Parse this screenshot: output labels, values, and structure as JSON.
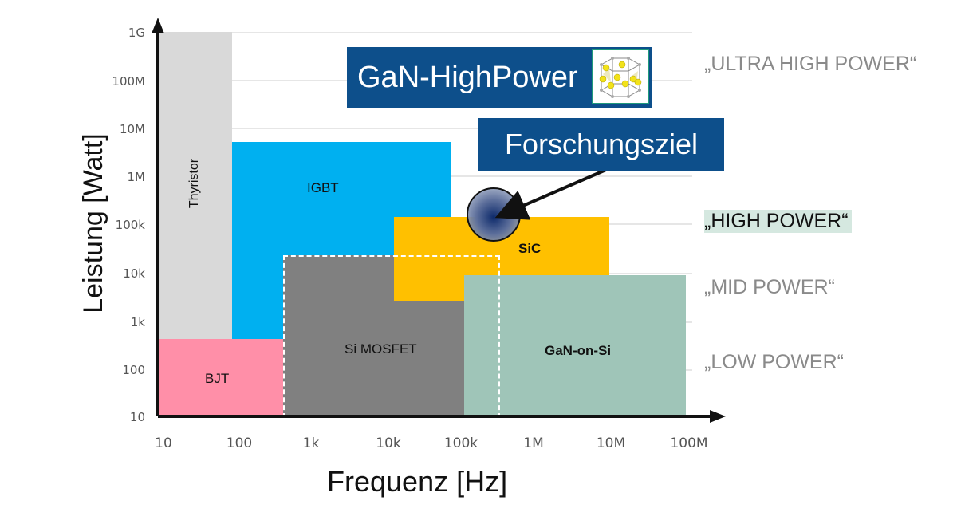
{
  "chart_data": {
    "type": "area",
    "title": "",
    "xlabel": "Frequenz [Hz]",
    "ylabel": "Leistung [Watt]",
    "xscale": "log",
    "yscale": "log",
    "xlim": [
      10,
      100000000
    ],
    "ylim": [
      10,
      1000000000
    ],
    "x_ticks": [
      "10",
      "100",
      "1k",
      "10k",
      "100k",
      "1M",
      "10M",
      "100M"
    ],
    "y_ticks": [
      "10",
      "100",
      "1k",
      "10k",
      "100k",
      "1M",
      "10M",
      "100M",
      "1G"
    ],
    "grid": true,
    "regions": [
      {
        "name": "Thyristor",
        "color": "#d9d9d9",
        "f_min": 10,
        "f_max": 100,
        "p_min": 10,
        "p_max": 1000000000
      },
      {
        "name": "IGBT",
        "color": "#00b0f0",
        "f_min": 100,
        "f_max": 70000,
        "p_min": 10,
        "p_max": 6000000
      },
      {
        "name": "BJT",
        "color": "#ff8fa8",
        "f_min": 10,
        "f_max": 500,
        "p_min": 10,
        "p_max": 500
      },
      {
        "name": "Si MOSFET",
        "color": "#808080",
        "f_min": 500,
        "f_max": 300000,
        "p_min": 10,
        "p_max": 20000
      },
      {
        "name": "SiC",
        "color": "#ffc000",
        "f_min": 10000,
        "f_max": 10000000,
        "p_min": 3000,
        "p_max": 150000
      },
      {
        "name": "GaN-on-Si",
        "color": "#9fc5b8",
        "f_min": 100000,
        "f_max": 100000000,
        "p_min": 10,
        "p_max": 10000
      }
    ],
    "annotations": [
      {
        "text": "GaN-HighPower",
        "type": "banner"
      },
      {
        "text": "Forschungsziel",
        "type": "banner",
        "target": {
          "f": 300000,
          "p": 100000
        }
      }
    ],
    "power_bands": [
      {
        "label": "„ULTRA HIGH POWER“",
        "highlighted": false
      },
      {
        "label": "„HIGH POWER“",
        "highlighted": true
      },
      {
        "label": "„MID POWER“",
        "highlighted": false
      },
      {
        "label": "„LOW POWER“",
        "highlighted": false
      }
    ]
  },
  "labels": {
    "thyristor": "Thyristor",
    "igbt": "IGBT",
    "bjt": "BJT",
    "si_mosfet": "Si MOSFET",
    "sic": "SiC",
    "gan_on_si": "GaN-on-Si",
    "gan_highpower": "GaN-HighPower",
    "forschungsziel": "Forschungsziel",
    "xlabel": "Frequenz [Hz]",
    "ylabel": "Leistung [Watt]",
    "band_ultra": "„ULTRA HIGH POWER“",
    "band_high": "„HIGH POWER“",
    "band_mid": "„MID POWER“",
    "band_low": "„LOW POWER“"
  },
  "ticks": {
    "y": [
      "1G",
      "100M",
      "10M",
      "1M",
      "100k",
      "10k",
      "1k",
      "100",
      "10"
    ],
    "x": [
      "10",
      "100",
      "1k",
      "10k",
      "100k",
      "1M",
      "10M",
      "100M"
    ]
  },
  "colors": {
    "banner": "#0d4f8b",
    "highlight": "#d5e8e0"
  }
}
